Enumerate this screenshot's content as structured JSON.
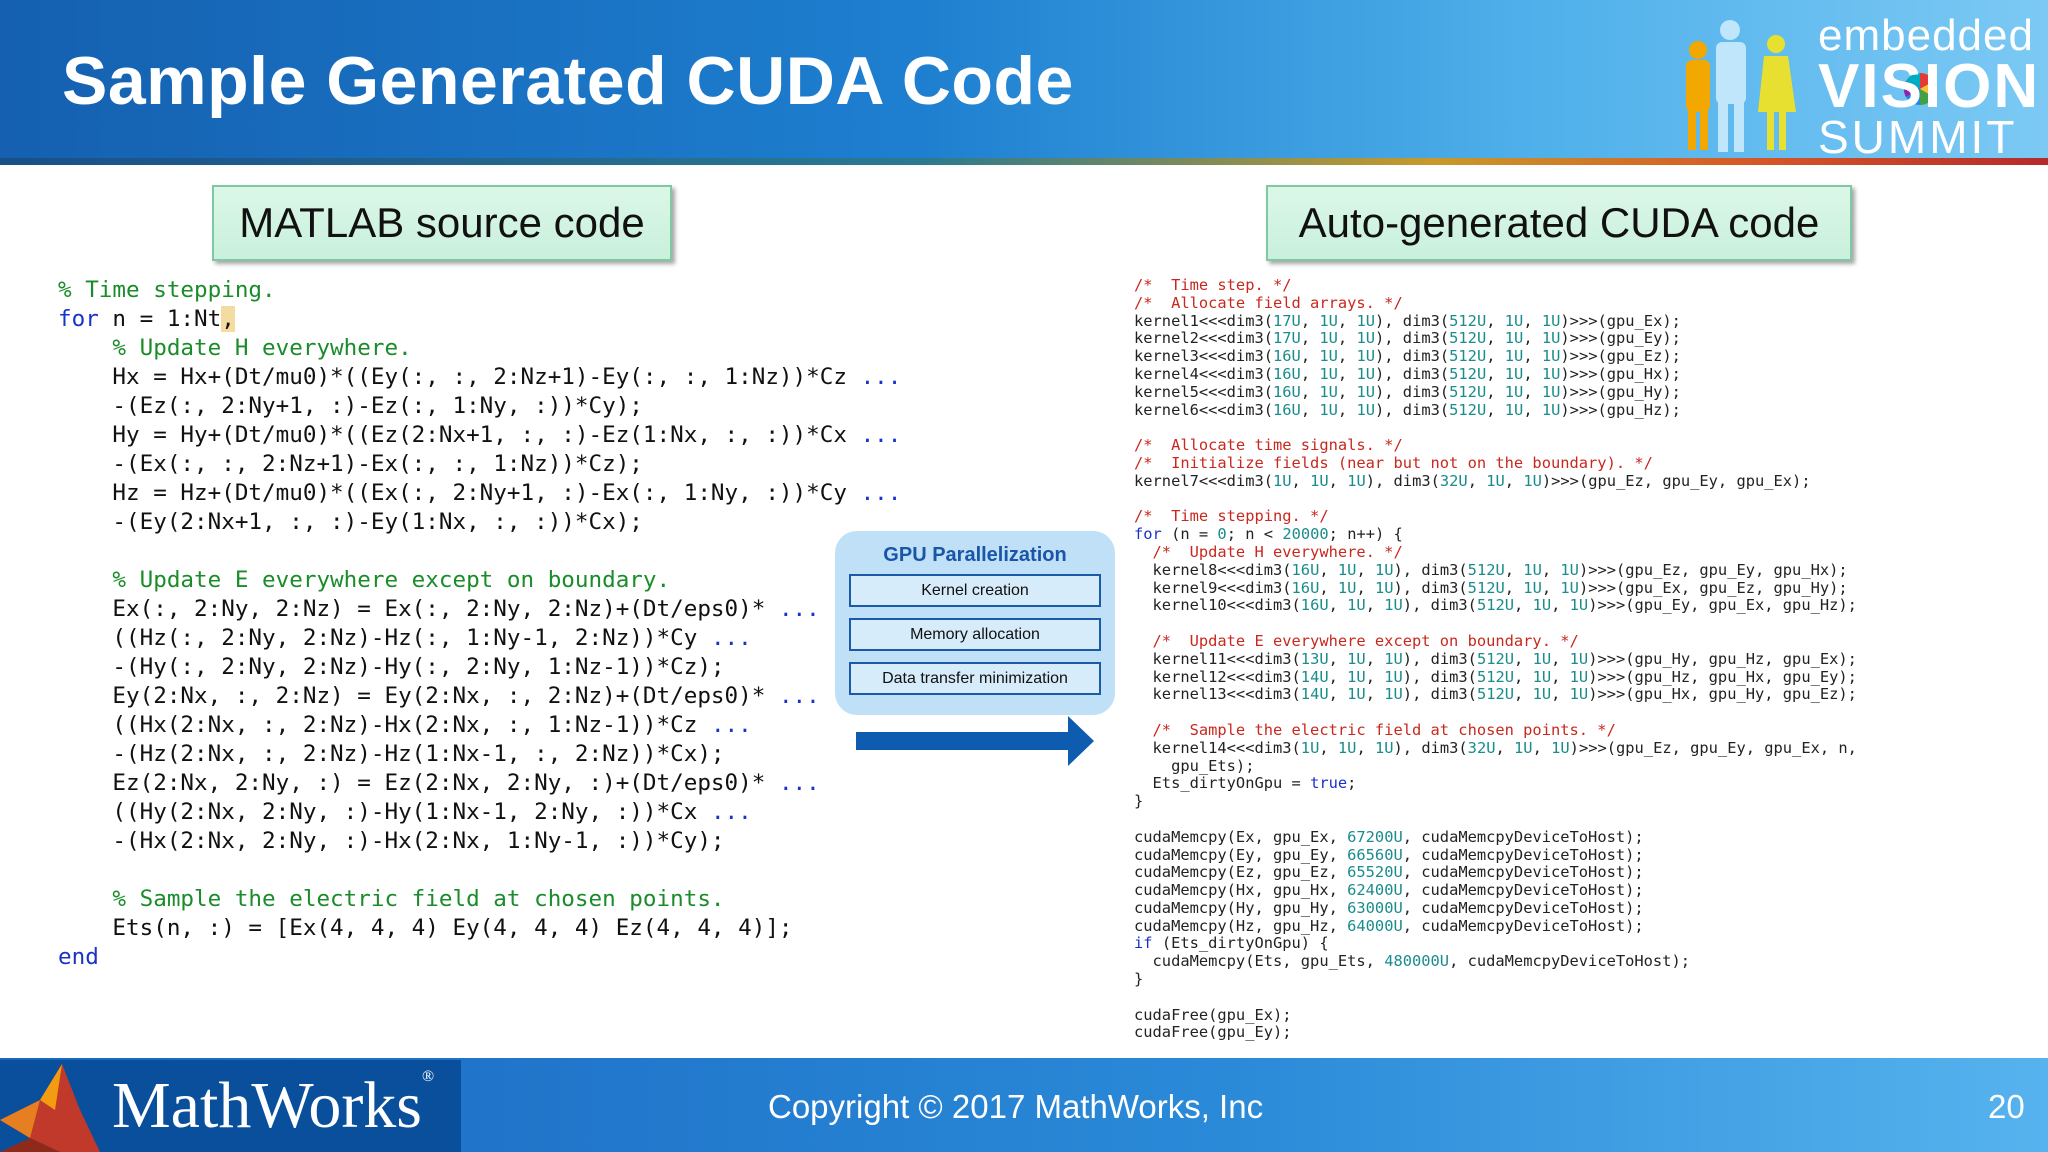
{
  "slide": {
    "title": "Sample Generated CUDA Code",
    "page_number": "20"
  },
  "event_logo": {
    "line1": "embedded",
    "line2": "VISION",
    "line3": "SUMMIT"
  },
  "labels": {
    "matlab": "MATLAB source code",
    "cuda": "Auto-generated CUDA code"
  },
  "matlab_code": [
    [
      [
        "% Time stepping.",
        "comment"
      ]
    ],
    [
      [
        "for",
        "kw"
      ],
      [
        " n = 1:Nt",
        "plain"
      ],
      [
        ",",
        "hl"
      ]
    ],
    [
      [
        "    % Update H everywhere.",
        "comment"
      ]
    ],
    [
      [
        "    Hx = Hx+(Dt/mu0)*((Ey(:, :, 2:Nz+1)-Ey(:, :, 1:Nz))*Cz ",
        "plain"
      ],
      [
        "...",
        "cont"
      ]
    ],
    [
      [
        "    -(Ez(:, 2:Ny+1, :)-Ez(:, 1:Ny, :))*Cy);",
        "plain"
      ]
    ],
    [
      [
        "    Hy = Hy+(Dt/mu0)*((Ez(2:Nx+1, :, :)-Ez(1:Nx, :, :))*Cx ",
        "plain"
      ],
      [
        "...",
        "cont"
      ]
    ],
    [
      [
        "    -(Ex(:, :, 2:Nz+1)-Ex(:, :, 1:Nz))*Cz);",
        "plain"
      ]
    ],
    [
      [
        "    Hz = Hz+(Dt/mu0)*((Ex(:, 2:Ny+1, :)-Ex(:, 1:Ny, :))*Cy ",
        "plain"
      ],
      [
        "...",
        "cont"
      ]
    ],
    [
      [
        "    -(Ey(2:Nx+1, :, :)-Ey(1:Nx, :, :))*Cx);",
        "plain"
      ]
    ],
    [
      [
        "",
        "plain"
      ]
    ],
    [
      [
        "    % Update E everywhere except on boundary.",
        "comment"
      ]
    ],
    [
      [
        "    Ex(:, 2:Ny, 2:Nz) = Ex(:, 2:Ny, 2:Nz)+(Dt/eps0)* ",
        "plain"
      ],
      [
        "...",
        "cont"
      ]
    ],
    [
      [
        "    ((Hz(:, 2:Ny, 2:Nz)-Hz(:, 1:Ny-1, 2:Nz))*Cy ",
        "plain"
      ],
      [
        "...",
        "cont"
      ]
    ],
    [
      [
        "    -(Hy(:, 2:Ny, 2:Nz)-Hy(:, 2:Ny, 1:Nz-1))*Cz);",
        "plain"
      ]
    ],
    [
      [
        "    Ey(2:Nx, :, 2:Nz) = Ey(2:Nx, :, 2:Nz)+(Dt/eps0)* ",
        "plain"
      ],
      [
        "...",
        "cont"
      ]
    ],
    [
      [
        "    ((Hx(2:Nx, :, 2:Nz)-Hx(2:Nx, :, 1:Nz-1))*Cz ",
        "plain"
      ],
      [
        "...",
        "cont"
      ]
    ],
    [
      [
        "    -(Hz(2:Nx, :, 2:Nz)-Hz(1:Nx-1, :, 2:Nz))*Cx);",
        "plain"
      ]
    ],
    [
      [
        "    Ez(2:Nx, 2:Ny, :) = Ez(2:Nx, 2:Ny, :)+(Dt/eps0)* ",
        "plain"
      ],
      [
        "...",
        "cont"
      ]
    ],
    [
      [
        "    ((Hy(2:Nx, 2:Ny, :)-Hy(1:Nx-1, 2:Ny, :))*Cx ",
        "plain"
      ],
      [
        "...",
        "cont"
      ]
    ],
    [
      [
        "    -(Hx(2:Nx, 2:Ny, :)-Hx(2:Nx, 1:Ny-1, :))*Cy);",
        "plain"
      ]
    ],
    [
      [
        "",
        "plain"
      ]
    ],
    [
      [
        "    % Sample the electric field at chosen points.",
        "comment"
      ]
    ],
    [
      [
        "    Ets(n, :) = [Ex(4, 4, 4) Ey(4, 4, 4) Ez(4, 4, 4)];",
        "plain"
      ]
    ],
    [
      [
        "end",
        "kw"
      ]
    ]
  ],
  "gpu_panel": {
    "title": "GPU Parallelization",
    "items": [
      "Kernel creation",
      "Memory allocation",
      "Data transfer minimization"
    ]
  },
  "cuda_code": [
    [
      [
        "/*  Time step. */",
        "comment"
      ]
    ],
    [
      [
        "/*  Allocate field arrays. */",
        "comment"
      ]
    ],
    [
      [
        "kernel1<<<dim3(",
        "plain"
      ],
      [
        "17U",
        "num"
      ],
      [
        ", ",
        "plain"
      ],
      [
        "1U",
        "num"
      ],
      [
        ", ",
        "plain"
      ],
      [
        "1U",
        "num"
      ],
      [
        "), dim3(",
        "plain"
      ],
      [
        "512U",
        "num"
      ],
      [
        ", ",
        "plain"
      ],
      [
        "1U",
        "num"
      ],
      [
        ", ",
        "plain"
      ],
      [
        "1U",
        "num"
      ],
      [
        ")>>>(gpu_Ex);",
        "plain"
      ]
    ],
    [
      [
        "kernel2<<<dim3(",
        "plain"
      ],
      [
        "17U",
        "num"
      ],
      [
        ", ",
        "plain"
      ],
      [
        "1U",
        "num"
      ],
      [
        ", ",
        "plain"
      ],
      [
        "1U",
        "num"
      ],
      [
        "), dim3(",
        "plain"
      ],
      [
        "512U",
        "num"
      ],
      [
        ", ",
        "plain"
      ],
      [
        "1U",
        "num"
      ],
      [
        ", ",
        "plain"
      ],
      [
        "1U",
        "num"
      ],
      [
        ")>>>(gpu_Ey);",
        "plain"
      ]
    ],
    [
      [
        "kernel3<<<dim3(",
        "plain"
      ],
      [
        "16U",
        "num"
      ],
      [
        ", ",
        "plain"
      ],
      [
        "1U",
        "num"
      ],
      [
        ", ",
        "plain"
      ],
      [
        "1U",
        "num"
      ],
      [
        "), dim3(",
        "plain"
      ],
      [
        "512U",
        "num"
      ],
      [
        ", ",
        "plain"
      ],
      [
        "1U",
        "num"
      ],
      [
        ", ",
        "plain"
      ],
      [
        "1U",
        "num"
      ],
      [
        ")>>>(gpu_Ez);",
        "plain"
      ]
    ],
    [
      [
        "kernel4<<<dim3(",
        "plain"
      ],
      [
        "16U",
        "num"
      ],
      [
        ", ",
        "plain"
      ],
      [
        "1U",
        "num"
      ],
      [
        ", ",
        "plain"
      ],
      [
        "1U",
        "num"
      ],
      [
        "), dim3(",
        "plain"
      ],
      [
        "512U",
        "num"
      ],
      [
        ", ",
        "plain"
      ],
      [
        "1U",
        "num"
      ],
      [
        ", ",
        "plain"
      ],
      [
        "1U",
        "num"
      ],
      [
        ")>>>(gpu_Hx);",
        "plain"
      ]
    ],
    [
      [
        "kernel5<<<dim3(",
        "plain"
      ],
      [
        "16U",
        "num"
      ],
      [
        ", ",
        "plain"
      ],
      [
        "1U",
        "num"
      ],
      [
        ", ",
        "plain"
      ],
      [
        "1U",
        "num"
      ],
      [
        "), dim3(",
        "plain"
      ],
      [
        "512U",
        "num"
      ],
      [
        ", ",
        "plain"
      ],
      [
        "1U",
        "num"
      ],
      [
        ", ",
        "plain"
      ],
      [
        "1U",
        "num"
      ],
      [
        ")>>>(gpu_Hy);",
        "plain"
      ]
    ],
    [
      [
        "kernel6<<<dim3(",
        "plain"
      ],
      [
        "16U",
        "num"
      ],
      [
        ", ",
        "plain"
      ],
      [
        "1U",
        "num"
      ],
      [
        ", ",
        "plain"
      ],
      [
        "1U",
        "num"
      ],
      [
        "), dim3(",
        "plain"
      ],
      [
        "512U",
        "num"
      ],
      [
        ", ",
        "plain"
      ],
      [
        "1U",
        "num"
      ],
      [
        ", ",
        "plain"
      ],
      [
        "1U",
        "num"
      ],
      [
        ")>>>(gpu_Hz);",
        "plain"
      ]
    ],
    [
      [
        "",
        "plain"
      ]
    ],
    [
      [
        "/*  Allocate time signals. */",
        "comment"
      ]
    ],
    [
      [
        "/*  Initialize fields (near but not on the boundary). */",
        "comment"
      ]
    ],
    [
      [
        "kernel7<<<dim3(",
        "plain"
      ],
      [
        "1U",
        "num"
      ],
      [
        ", ",
        "plain"
      ],
      [
        "1U",
        "num"
      ],
      [
        ", ",
        "plain"
      ],
      [
        "1U",
        "num"
      ],
      [
        "), dim3(",
        "plain"
      ],
      [
        "32U",
        "num"
      ],
      [
        ", ",
        "plain"
      ],
      [
        "1U",
        "num"
      ],
      [
        ", ",
        "plain"
      ],
      [
        "1U",
        "num"
      ],
      [
        ")>>>(gpu_Ez, gpu_Ey, gpu_Ex);",
        "plain"
      ]
    ],
    [
      [
        "",
        "plain"
      ]
    ],
    [
      [
        "/*  Time stepping. */",
        "comment"
      ]
    ],
    [
      [
        "for",
        "kw"
      ],
      [
        " (n = ",
        "plain"
      ],
      [
        "0",
        "num"
      ],
      [
        "; n < ",
        "plain"
      ],
      [
        "20000",
        "num"
      ],
      [
        "; n++) {",
        "plain"
      ]
    ],
    [
      [
        "  /*  Update H everywhere. */",
        "comment"
      ]
    ],
    [
      [
        "  kernel8<<<dim3(",
        "plain"
      ],
      [
        "16U",
        "num"
      ],
      [
        ", ",
        "plain"
      ],
      [
        "1U",
        "num"
      ],
      [
        ", ",
        "plain"
      ],
      [
        "1U",
        "num"
      ],
      [
        "), dim3(",
        "plain"
      ],
      [
        "512U",
        "num"
      ],
      [
        ", ",
        "plain"
      ],
      [
        "1U",
        "num"
      ],
      [
        ", ",
        "plain"
      ],
      [
        "1U",
        "num"
      ],
      [
        ")>>>(gpu_Ez, gpu_Ey, gpu_Hx);",
        "plain"
      ]
    ],
    [
      [
        "  kernel9<<<dim3(",
        "plain"
      ],
      [
        "16U",
        "num"
      ],
      [
        ", ",
        "plain"
      ],
      [
        "1U",
        "num"
      ],
      [
        ", ",
        "plain"
      ],
      [
        "1U",
        "num"
      ],
      [
        "), dim3(",
        "plain"
      ],
      [
        "512U",
        "num"
      ],
      [
        ", ",
        "plain"
      ],
      [
        "1U",
        "num"
      ],
      [
        ", ",
        "plain"
      ],
      [
        "1U",
        "num"
      ],
      [
        ")>>>(gpu_Ex, gpu_Ez, gpu_Hy);",
        "plain"
      ]
    ],
    [
      [
        "  kernel10<<<dim3(",
        "plain"
      ],
      [
        "16U",
        "num"
      ],
      [
        ", ",
        "plain"
      ],
      [
        "1U",
        "num"
      ],
      [
        ", ",
        "plain"
      ],
      [
        "1U",
        "num"
      ],
      [
        "), dim3(",
        "plain"
      ],
      [
        "512U",
        "num"
      ],
      [
        ", ",
        "plain"
      ],
      [
        "1U",
        "num"
      ],
      [
        ", ",
        "plain"
      ],
      [
        "1U",
        "num"
      ],
      [
        ")>>>(gpu_Ey, gpu_Ex, gpu_Hz);",
        "plain"
      ]
    ],
    [
      [
        "",
        "plain"
      ]
    ],
    [
      [
        "  /*  Update E everywhere except on boundary. */",
        "comment"
      ]
    ],
    [
      [
        "  kernel11<<<dim3(",
        "plain"
      ],
      [
        "13U",
        "num"
      ],
      [
        ", ",
        "plain"
      ],
      [
        "1U",
        "num"
      ],
      [
        ", ",
        "plain"
      ],
      [
        "1U",
        "num"
      ],
      [
        "), dim3(",
        "plain"
      ],
      [
        "512U",
        "num"
      ],
      [
        ", ",
        "plain"
      ],
      [
        "1U",
        "num"
      ],
      [
        ", ",
        "plain"
      ],
      [
        "1U",
        "num"
      ],
      [
        ")>>>(gpu_Hy, gpu_Hz, gpu_Ex);",
        "plain"
      ]
    ],
    [
      [
        "  kernel12<<<dim3(",
        "plain"
      ],
      [
        "14U",
        "num"
      ],
      [
        ", ",
        "plain"
      ],
      [
        "1U",
        "num"
      ],
      [
        ", ",
        "plain"
      ],
      [
        "1U",
        "num"
      ],
      [
        "), dim3(",
        "plain"
      ],
      [
        "512U",
        "num"
      ],
      [
        ", ",
        "plain"
      ],
      [
        "1U",
        "num"
      ],
      [
        ", ",
        "plain"
      ],
      [
        "1U",
        "num"
      ],
      [
        ")>>>(gpu_Hz, gpu_Hx, gpu_Ey);",
        "plain"
      ]
    ],
    [
      [
        "  kernel13<<<dim3(",
        "plain"
      ],
      [
        "14U",
        "num"
      ],
      [
        ", ",
        "plain"
      ],
      [
        "1U",
        "num"
      ],
      [
        ", ",
        "plain"
      ],
      [
        "1U",
        "num"
      ],
      [
        "), dim3(",
        "plain"
      ],
      [
        "512U",
        "num"
      ],
      [
        ", ",
        "plain"
      ],
      [
        "1U",
        "num"
      ],
      [
        ", ",
        "plain"
      ],
      [
        "1U",
        "num"
      ],
      [
        ")>>>(gpu_Hx, gpu_Hy, gpu_Ez);",
        "plain"
      ]
    ],
    [
      [
        "",
        "plain"
      ]
    ],
    [
      [
        "  /*  Sample the electric field at chosen points. */",
        "comment"
      ]
    ],
    [
      [
        "  kernel14<<<dim3(",
        "plain"
      ],
      [
        "1U",
        "num"
      ],
      [
        ", ",
        "plain"
      ],
      [
        "1U",
        "num"
      ],
      [
        ", ",
        "plain"
      ],
      [
        "1U",
        "num"
      ],
      [
        "), dim3(",
        "plain"
      ],
      [
        "32U",
        "num"
      ],
      [
        ", ",
        "plain"
      ],
      [
        "1U",
        "num"
      ],
      [
        ", ",
        "plain"
      ],
      [
        "1U",
        "num"
      ],
      [
        ")>>>(gpu_Ez, gpu_Ey, gpu_Ex, n,",
        "plain"
      ]
    ],
    [
      [
        "    gpu_Ets);",
        "plain"
      ]
    ],
    [
      [
        "  Ets_dirtyOnGpu = ",
        "plain"
      ],
      [
        "true",
        "kw"
      ],
      [
        ";",
        "plain"
      ]
    ],
    [
      [
        "}",
        "plain"
      ]
    ],
    [
      [
        "",
        "plain"
      ]
    ],
    [
      [
        "cudaMemcpy(Ex, gpu_Ex, ",
        "plain"
      ],
      [
        "67200U",
        "num"
      ],
      [
        ", cudaMemcpyDeviceToHost);",
        "plain"
      ]
    ],
    [
      [
        "cudaMemcpy(Ey, gpu_Ey, ",
        "plain"
      ],
      [
        "66560U",
        "num"
      ],
      [
        ", cudaMemcpyDeviceToHost);",
        "plain"
      ]
    ],
    [
      [
        "cudaMemcpy(Ez, gpu_Ez, ",
        "plain"
      ],
      [
        "65520U",
        "num"
      ],
      [
        ", cudaMemcpyDeviceToHost);",
        "plain"
      ]
    ],
    [
      [
        "cudaMemcpy(Hx, gpu_Hx, ",
        "plain"
      ],
      [
        "62400U",
        "num"
      ],
      [
        ", cudaMemcpyDeviceToHost);",
        "plain"
      ]
    ],
    [
      [
        "cudaMemcpy(Hy, gpu_Hy, ",
        "plain"
      ],
      [
        "63000U",
        "num"
      ],
      [
        ", cudaMemcpyDeviceToHost);",
        "plain"
      ]
    ],
    [
      [
        "cudaMemcpy(Hz, gpu_Hz, ",
        "plain"
      ],
      [
        "64000U",
        "num"
      ],
      [
        ", cudaMemcpyDeviceToHost);",
        "plain"
      ]
    ],
    [
      [
        "if",
        "kw"
      ],
      [
        " (Ets_dirtyOnGpu) {",
        "plain"
      ]
    ],
    [
      [
        "  cudaMemcpy(Ets, gpu_Ets, ",
        "plain"
      ],
      [
        "480000U",
        "num"
      ],
      [
        ", cudaMemcpyDeviceToHost);",
        "plain"
      ]
    ],
    [
      [
        "}",
        "plain"
      ]
    ],
    [
      [
        "",
        "plain"
      ]
    ],
    [
      [
        "cudaFree(gpu_Ex);",
        "plain"
      ]
    ],
    [
      [
        "cudaFree(gpu_Ey);",
        "plain"
      ]
    ]
  ],
  "footer": {
    "company": "MathWorks",
    "copyright": "Copyright © 2017 MathWorks, Inc"
  },
  "colors": {
    "header_blue": "#1e7fd0",
    "label_green": "#c9f0dd",
    "comment_green": "#1a8c2a",
    "keyword_blue": "#1a32c8",
    "cuda_comment_red": "#c8281e",
    "arrow_blue": "#0d5cb0"
  }
}
